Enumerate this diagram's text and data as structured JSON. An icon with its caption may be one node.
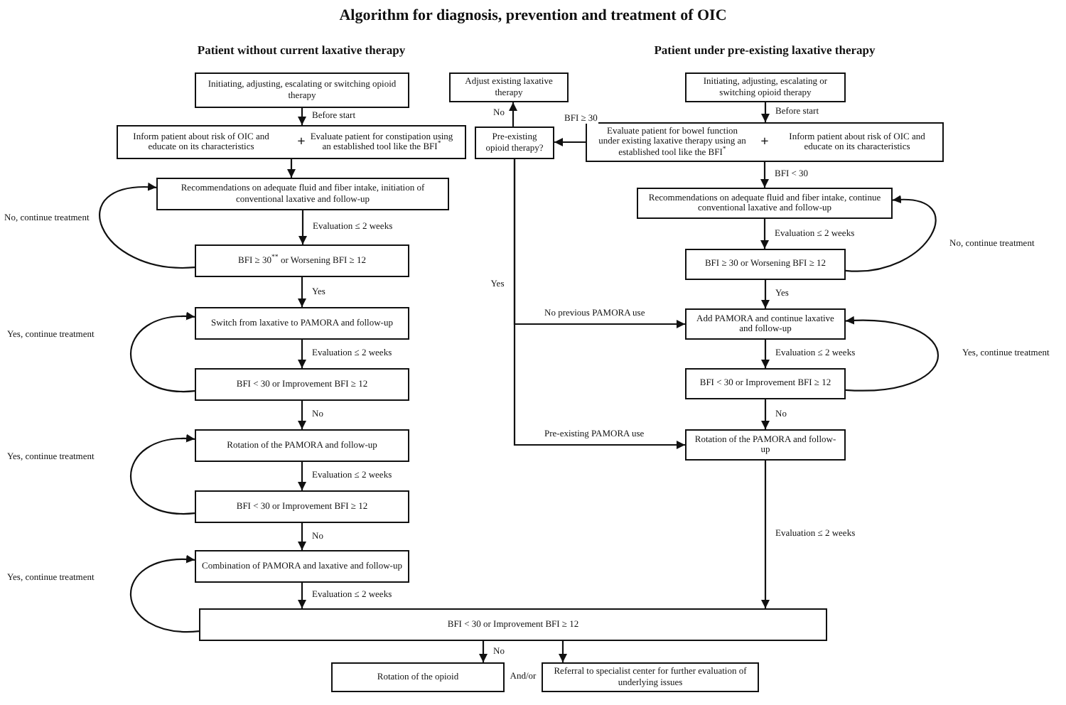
{
  "diagram": {
    "title": "Algorithm for diagnosis, prevention and treatment of OIC",
    "nodes": [
      {
        "text": [
          "Initiating, adjusting, escalating or switching opioid therapy"
        ]
      },
      {
        "text": [
          "Inform patient about risk of OIC and educate on its characteristics",
          "Evaluate patient for constipation using an established tool like the BFI$^{*}$"
        ]
      },
      {
        "text": [
          "Recommendations on adequate fluid and fiber intake, initiation of conventional laxative and follow-up"
        ]
      },
      {
        "text": [
          "BFI ≥ 30$^{**}$ or Worsening BFI ≥ 12"
        ]
      },
      {
        "text": [
          "Switch from laxative to PAMORA and follow-up"
        ]
      },
      {
        "text": [
          "BFI < 30 or Improvement BFI ≥ 12"
        ]
      },
      {
        "text": [
          "Rotation of the PAMORA and follow-up"
        ]
      },
      {
        "text": [
          "BFI < 30 or Improvement BFI ≥ 12"
        ]
      },
      {
        "text": [
          "Combination of PAMORA and laxative and follow-up"
        ]
      },
      {
        "text": [
          "Adjust existing laxative therapy"
        ]
      },
      {
        "text": [
          "Pre-existing opioid therapy?"
        ]
      },
      {
        "text": [
          "Initiating, adjusting, escalating or switching opioid therapy"
        ]
      },
      {
        "text": [
          "Evaluate patient for bowel function under existing laxative therapy using an established tool like the BFI$^{*}$",
          "Inform patient about risk of OIC and educate on its characteristics"
        ]
      },
      {
        "text": [
          "Recommendations on adequate fluid and fiber intake, continue conventional laxative and follow-up"
        ]
      },
      {
        "text": [
          "BFI ≥ 30 or Worsening BFI ≥ 12"
        ]
      },
      {
        "text": [
          "Add PAMORA and continue laxative and follow-up"
        ]
      },
      {
        "text": [
          "BFI < 30 or Improvement BFI ≥ 12"
        ]
      },
      {
        "text": [
          "Rotation of the PAMORA and follow-up"
        ]
      },
      {
        "text": [
          "BFI < 30 or Improvement BFI ≥ 12"
        ]
      },
      {
        "text": [
          "Rotation of the opioid"
        ]
      },
      {
        "text": [
          "Referral to specialist center for further evaluation of underlying issues"
        ]
      }
    ],
    "edges": [
      {
        "from": 0,
        "to": 1,
        "arrow": "to",
        "label": "Before start"
      },
      {
        "from": 1,
        "to": 2,
        "arrow": "to"
      },
      {
        "from": 2,
        "to": 3,
        "arrow": "to",
        "label": "Evaluation ≤ 2 weeks"
      },
      {
        "from": 3,
        "to": 2,
        "arrow": "to",
        "label": "No, continue treatment"
      },
      {
        "from": 3,
        "to": 4,
        "arrow": "to",
        "label": "Yes"
      },
      {
        "from": 4,
        "to": 5,
        "arrow": "to",
        "label": "Evaluation ≤ 2 weeks"
      },
      {
        "from": 5,
        "to": 4,
        "arrow": "to",
        "label": "Yes, continue treatment"
      },
      {
        "from": 5,
        "to": 6,
        "arrow": "to",
        "label": "No"
      },
      {
        "from": 6,
        "to": 7,
        "arrow": "to",
        "label": "Evaluation ≤ 2 weeks"
      },
      {
        "from": 7,
        "to": 6,
        "arrow": "to",
        "label": "Yes, continue treatment"
      },
      {
        "from": 7,
        "to": 8,
        "arrow": "to",
        "label": "No"
      },
      {
        "from": 8,
        "to": 18,
        "arrow": "to",
        "label": "Evaluation ≤ 2 weeks"
      },
      {
        "from": 18,
        "to": 8,
        "arrow": "to",
        "label": "Yes, continue treatment"
      },
      {
        "from": 18,
        "to": 19,
        "arrow": "to",
        "label": "No"
      },
      {
        "from": 18,
        "to": 20,
        "arrow": "to"
      },
      {
        "from": 11,
        "to": 12,
        "arrow": "to",
        "label": "Before start"
      },
      {
        "from": 12,
        "to": 10,
        "arrow": "to",
        "label": "BFI ≥ 30"
      },
      {
        "from": 10,
        "to": 9,
        "arrow": "to",
        "label": "No"
      },
      {
        "from": 12,
        "to": 13,
        "arrow": "to",
        "label": "BFI < 30"
      },
      {
        "from": 13,
        "to": 14,
        "arrow": "to",
        "label": "Evaluation ≤ 2 weeks"
      },
      {
        "from": 14,
        "to": 13,
        "arrow": "to",
        "label": "No, continue treatment"
      },
      {
        "from": 14,
        "to": 15,
        "arrow": "to",
        "label": "Yes"
      },
      {
        "from": 15,
        "to": 16,
        "arrow": "to",
        "label": "Evaluation ≤ 2 weeks"
      },
      {
        "from": 16,
        "to": 15,
        "arrow": "to",
        "label": "Yes, continue treatment"
      },
      {
        "from": 16,
        "to": 17,
        "arrow": "to",
        "label": "No"
      },
      {
        "from": 10,
        "to": 15,
        "arrow": "to",
        "label": "No previous PAMORA use"
      },
      {
        "from": 10,
        "to": 17,
        "arrow": "to",
        "label": "Pre-existing PAMORA use"
      },
      {
        "from": 17,
        "to": 18,
        "arrow": "to",
        "label": "Evaluation ≤ 2 weeks"
      }
    ],
    "labels": [
      "Patient without current laxative therapy",
      "Patient under pre-existing laxative therapy",
      "+",
      "+",
      "Yes",
      "And/or"
    ]
  }
}
